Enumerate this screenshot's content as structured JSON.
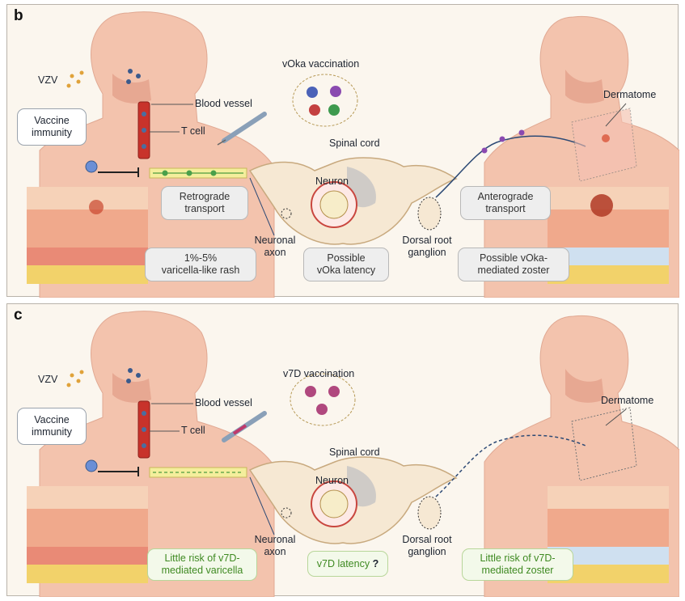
{
  "panels": [
    {
      "letter": "b",
      "vzv": "VZV",
      "vaccine_immunity": "Vaccine\nimmunity",
      "blood_vessel": "Blood vessel",
      "t_cell": "T cell",
      "vaccination": "vOka vaccination",
      "spinal_cord": "Spinal cord",
      "neuron": "Neuron",
      "retrograde": "Retrograde\ntransport",
      "anterograde": "Anterograde\ntransport",
      "dermatome": "Dermatome",
      "neuronal_axon": "Neuronal\naxon",
      "drg": "Dorsal root\nganglion",
      "box_left": "1%-5%\nvaricella-like rash",
      "box_mid": "Possible\nvOka latency",
      "box_right": "Possible vOka-\nmediated zoster"
    },
    {
      "letter": "c",
      "vzv": "VZV",
      "vaccine_immunity": "Vaccine\nimmunity",
      "blood_vessel": "Blood vessel",
      "t_cell": "T cell",
      "vaccination": "v7D vaccination",
      "spinal_cord": "Spinal cord",
      "neuron": "Neuron",
      "dermatome": "Dermatome",
      "neuronal_axon": "Neuronal\naxon",
      "drg": "Dorsal root\nganglion",
      "box_left": "Little risk of v7D-\nmediated varicella",
      "box_mid": "v7D latency",
      "box_mid_q": "?",
      "box_right": "Little risk of v7D-\nmediated zoster"
    }
  ],
  "colors": {
    "skin": "#f3c3ad",
    "skin_shade": "#e7a892",
    "virus": "#e0a23a",
    "vessel": "#c8332b",
    "axon": "#f4ee9c",
    "green_text": "#3f8a22"
  }
}
